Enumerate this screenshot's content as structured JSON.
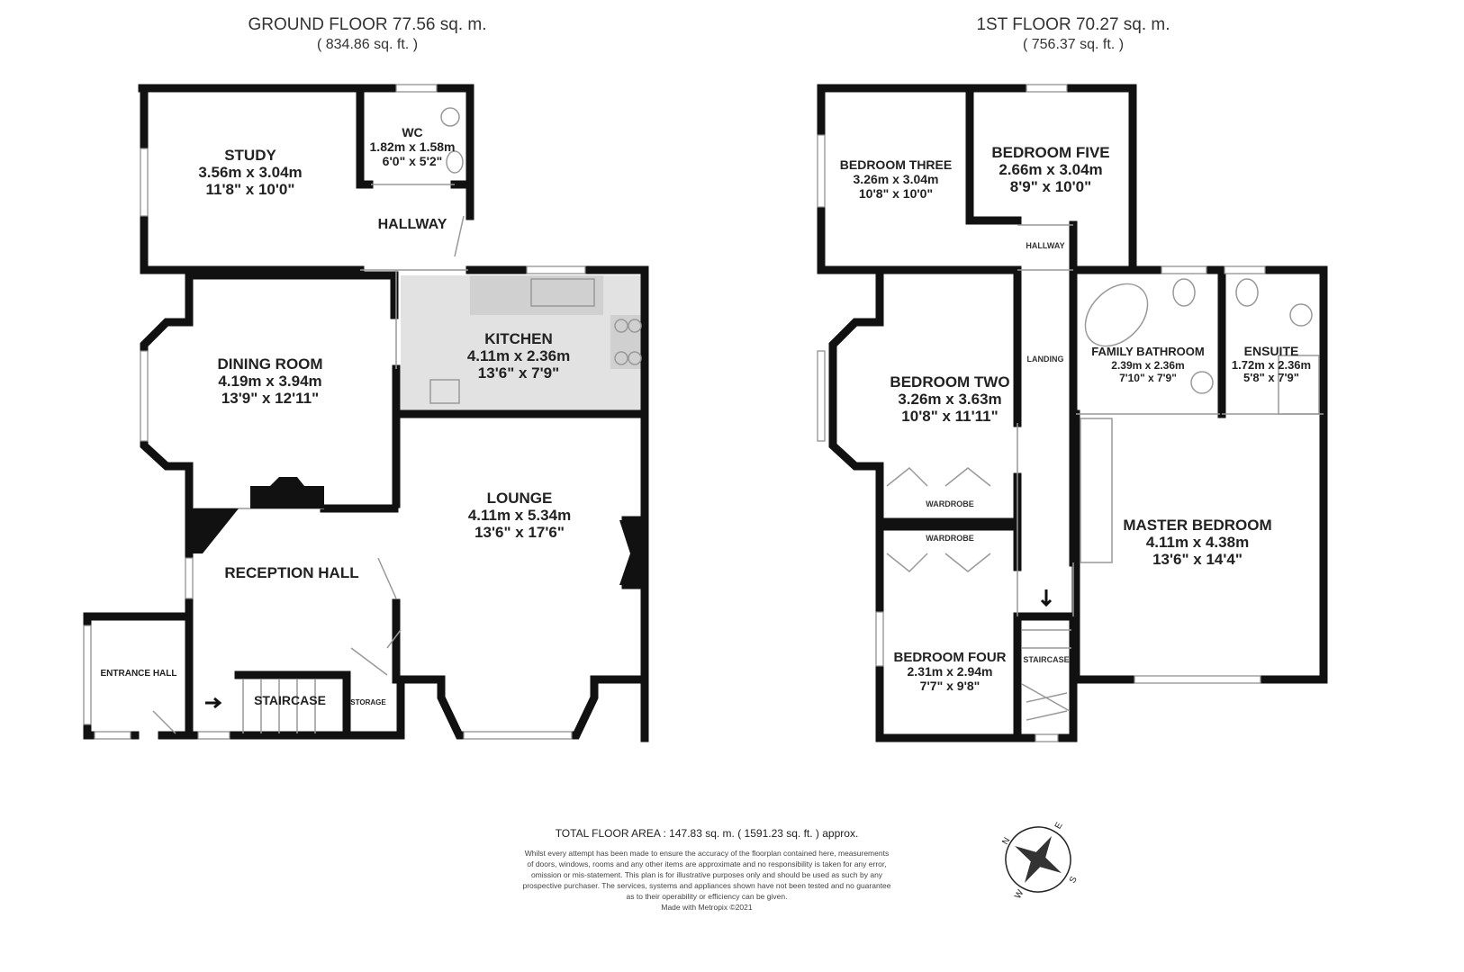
{
  "ground_floor": {
    "title": "GROUND FLOOR 77.56 sq. m.",
    "subtitle": "( 834.86 sq. ft. )",
    "rooms": [
      {
        "name": "STUDY",
        "metric": "3.56m x 3.04m",
        "imperial": "11'8\" x 10'0\""
      },
      {
        "name": "WC",
        "metric": "1.82m x 1.58m",
        "imperial": "6'0\" x 5'2\""
      },
      {
        "name": "HALLWAY"
      },
      {
        "name": "DINING ROOM",
        "metric": "4.19m x 3.94m",
        "imperial": "13'9\" x 12'11\""
      },
      {
        "name": "KITCHEN",
        "metric": "4.11m x 2.36m",
        "imperial": "13'6\" x 7'9\""
      },
      {
        "name": "LOUNGE",
        "metric": "4.11m x 5.34m",
        "imperial": "13'6\" x 17'6\""
      },
      {
        "name": "RECEPTION HALL"
      },
      {
        "name": "ENTRANCE HALL"
      },
      {
        "name": "STAIRCASE"
      },
      {
        "name": "STORAGE"
      }
    ]
  },
  "first_floor": {
    "title": "1ST FLOOR 70.27 sq. m.",
    "subtitle": "( 756.37 sq. ft. )",
    "rooms": [
      {
        "name": "BEDROOM THREE",
        "metric": "3.26m x 3.04m",
        "imperial": "10'8\" x 10'0\""
      },
      {
        "name": "BEDROOM FIVE",
        "metric": "2.66m x 3.04m",
        "imperial": "8'9\" x 10'0\""
      },
      {
        "name": "HALLWAY"
      },
      {
        "name": "LANDING"
      },
      {
        "name": "FAMILY BATHROOM",
        "metric": "2.39m x 2.36m",
        "imperial": "7'10\" x 7'9\""
      },
      {
        "name": "ENSUITE",
        "metric": "1.72m x 2.36m",
        "imperial": "5'8\" x 7'9\""
      },
      {
        "name": "BEDROOM TWO",
        "metric": "3.26m x 3.63m",
        "imperial": "10'8\" x 11'11\""
      },
      {
        "name": "WARDROBE"
      },
      {
        "name": "WARDROBE"
      },
      {
        "name": "MASTER BEDROOM",
        "metric": "4.11m x 4.38m",
        "imperial": "13'6\" x 14'4\""
      },
      {
        "name": "BEDROOM FOUR",
        "metric": "2.31m x 2.94m",
        "imperial": "7'7\" x 9'8\""
      },
      {
        "name": "STAIRCASE"
      }
    ]
  },
  "footer": {
    "total": "TOTAL FLOOR AREA : 147.83 sq. m. ( 1591.23 sq. ft. ) approx.",
    "disclaimer": [
      "Whilst every attempt has been made to ensure the accuracy of the floorplan contained here, measurements",
      "of doors, windows, rooms and any other items are approximate and no responsibility is taken for any error,",
      "omission or mis-statement. This plan is for illustrative purposes only and should be used as such by any",
      "prospective purchaser. The services, systems and appliances shown have not been tested and no guarantee",
      "as to their operability or efficiency can be given."
    ],
    "credit": "Made with Metropix ©2021"
  },
  "compass": {
    "letters": [
      "N",
      "E",
      "S",
      "W"
    ],
    "icon": "compass-rose-icon"
  },
  "colors": {
    "walls": "#111111",
    "kitchen_fill": "#e2e2e2"
  }
}
